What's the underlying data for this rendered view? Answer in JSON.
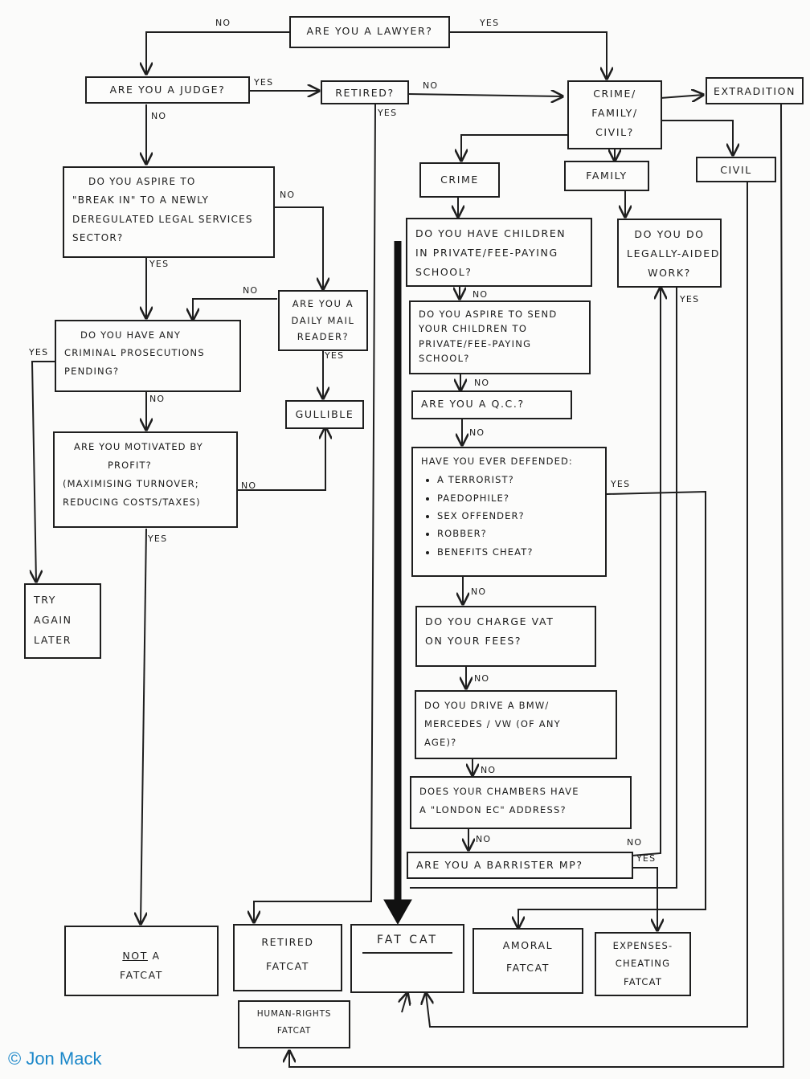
{
  "nodes": {
    "lawyer": "ARE YOU A LAWYER?",
    "judge": "ARE YOU A JUDGE?",
    "retired": "RETIRED?",
    "cfc": [
      "CRIME/",
      "FAMILY/",
      "CIVIL?"
    ],
    "extradition": "EXTRADITION",
    "crime": "CRIME",
    "family": "FAMILY",
    "civil": "CIVIL",
    "aspire_break": [
      "DO YOU ASPIRE TO",
      "\"BREAK IN\" TO A NEWLY",
      "DEREGULATED LEGAL SERVICES",
      "SECTOR?"
    ],
    "children_private": [
      "DO YOU HAVE CHILDREN",
      "IN PRIVATE/FEE-PAYING",
      "SCHOOL?"
    ],
    "legal_aid": [
      "DO YOU DO",
      "LEGALLY-AIDED",
      "WORK?"
    ],
    "daily_mail": [
      "ARE YOU A",
      "DAILY MAIL",
      "READER?"
    ],
    "criminal_pending": [
      "DO YOU HAVE ANY",
      "CRIMINAL PROSECUTIONS",
      "PENDING?"
    ],
    "aspire_send": [
      "DO YOU ASPIRE TO SEND",
      "YOUR CHILDREN TO",
      "PRIVATE/FEE-PAYING",
      "SCHOOL?"
    ],
    "qc": "ARE YOU A Q.C.?",
    "gullible": "GULLIBLE",
    "motivated": [
      "ARE YOU MOTIVATED BY",
      "PROFIT?",
      "(MAXIMISING TURNOVER;",
      "REDUCING COSTS/TAXES)"
    ],
    "defended_title": "HAVE YOU EVER DEFENDED:",
    "defended_items": [
      "A TERRORIST?",
      "PAEDOPHILE?",
      "SEX OFFENDER?",
      "ROBBER?",
      "BENEFITS CHEAT?"
    ],
    "try_again": [
      "TRY",
      "AGAIN",
      "LATER"
    ],
    "vat": [
      "DO YOU CHARGE VAT",
      "ON YOUR FEES?"
    ],
    "bmw": [
      "DO YOU DRIVE A BMW/",
      "MERCEDES / VW (OF ANY",
      "AGE)?"
    ],
    "london": [
      "DOES YOUR CHAMBERS HAVE",
      "A \"LONDON EC\" ADDRESS?"
    ],
    "mp": "ARE YOU A BARRISTER MP?",
    "not_fatcat_not": "NOT",
    "not_fatcat_rest": "A",
    "not_fatcat_last": "FATCAT",
    "retired_fatcat": [
      "RETIRED",
      "FATCAT"
    ],
    "fatcat": "FAT CAT",
    "amoral": [
      "AMORAL",
      "FATCAT"
    ],
    "expenses": [
      "EXPENSES-",
      "CHEATING",
      "FATCAT"
    ],
    "human_rights": [
      "HUMAN-RIGHTS",
      "FATCAT"
    ]
  },
  "edge_labels": {
    "yes": "YES",
    "no": "NO"
  },
  "credit": "© Jon Mack"
}
